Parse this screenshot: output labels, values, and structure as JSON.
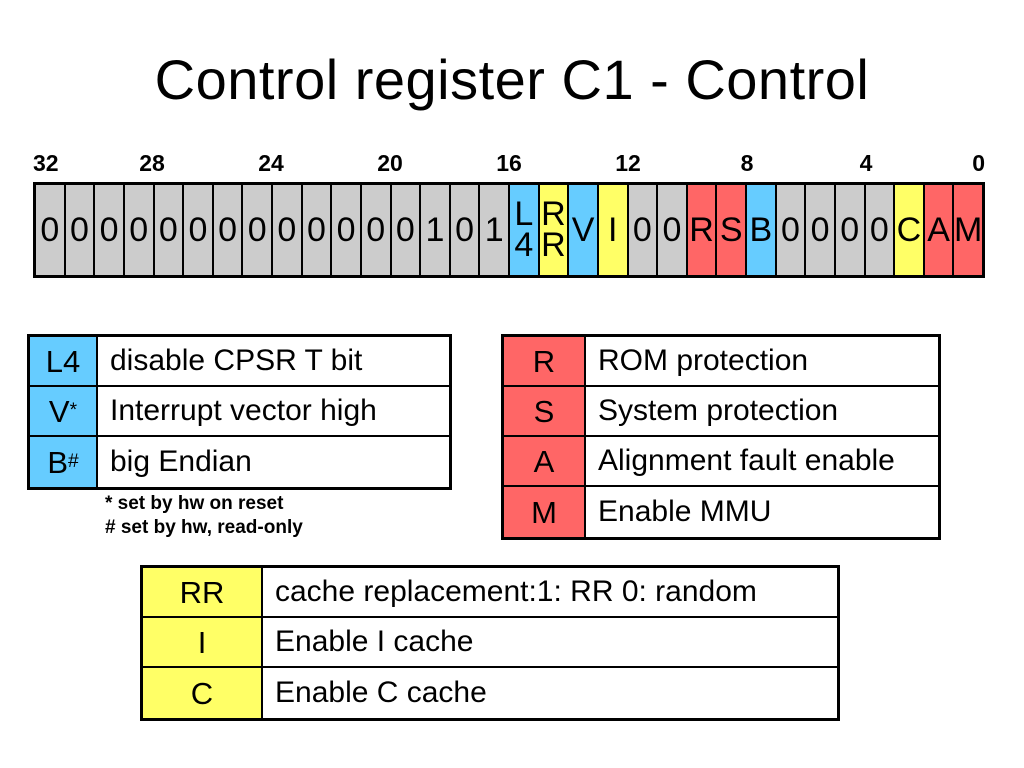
{
  "title": "Control register C1 - Control",
  "ruler": {
    "ticks": [
      {
        "label": "32",
        "bit": 32
      },
      {
        "label": "28",
        "bit": 28
      },
      {
        "label": "24",
        "bit": 24
      },
      {
        "label": "20",
        "bit": 20
      },
      {
        "label": "16",
        "bit": 16
      },
      {
        "label": "12",
        "bit": 12
      },
      {
        "label": "8",
        "bit": 8
      },
      {
        "label": "4",
        "bit": 4
      },
      {
        "label": "0",
        "bit": 0
      }
    ]
  },
  "colors": {
    "gray": "#cccccc",
    "blue": "#66ccff",
    "yellow": "#ffff66",
    "red": "#ff6666",
    "border": "#000000",
    "background": "#ffffff"
  },
  "bitfield": {
    "bit_count": 32,
    "cells": [
      {
        "bit": 31,
        "text": "0",
        "color": "gray"
      },
      {
        "bit": 30,
        "text": "0",
        "color": "gray"
      },
      {
        "bit": 29,
        "text": "0",
        "color": "gray"
      },
      {
        "bit": 28,
        "text": "0",
        "color": "gray"
      },
      {
        "bit": 27,
        "text": "0",
        "color": "gray"
      },
      {
        "bit": 26,
        "text": "0",
        "color": "gray"
      },
      {
        "bit": 25,
        "text": "0",
        "color": "gray"
      },
      {
        "bit": 24,
        "text": "0",
        "color": "gray"
      },
      {
        "bit": 23,
        "text": "0",
        "color": "gray"
      },
      {
        "bit": 22,
        "text": "0",
        "color": "gray"
      },
      {
        "bit": 21,
        "text": "0",
        "color": "gray"
      },
      {
        "bit": 20,
        "text": "0",
        "color": "gray"
      },
      {
        "bit": 19,
        "text": "0",
        "color": "gray"
      },
      {
        "bit": 18,
        "text": "1",
        "color": "gray"
      },
      {
        "bit": 17,
        "text": "0",
        "color": "gray"
      },
      {
        "bit": 16,
        "text": "1",
        "color": "gray"
      },
      {
        "bit": 15,
        "text": "L4",
        "color": "blue",
        "stacked": true
      },
      {
        "bit": 14,
        "text": "RR",
        "color": "yellow",
        "stacked": true
      },
      {
        "bit": 13,
        "text": "V",
        "color": "blue"
      },
      {
        "bit": 12,
        "text": "I",
        "color": "yellow"
      },
      {
        "bit": 11,
        "text": "0",
        "color": "gray"
      },
      {
        "bit": 10,
        "text": "0",
        "color": "gray"
      },
      {
        "bit": 9,
        "text": "R",
        "color": "red"
      },
      {
        "bit": 8,
        "text": "S",
        "color": "red"
      },
      {
        "bit": 7,
        "text": "B",
        "color": "blue"
      },
      {
        "bit": 6,
        "text": "0",
        "color": "gray"
      },
      {
        "bit": 5,
        "text": "0",
        "color": "gray"
      },
      {
        "bit": 4,
        "text": "0",
        "color": "gray"
      },
      {
        "bit": 3,
        "text": "0",
        "color": "gray"
      },
      {
        "bit": 2,
        "text": "C",
        "color": "yellow"
      },
      {
        "bit": 1,
        "text": "A",
        "color": "red"
      },
      {
        "bit": 0,
        "text": "M",
        "color": "red"
      }
    ]
  },
  "legend_blue": {
    "rows": [
      {
        "key": "L4",
        "key_sup": "",
        "desc": "disable CPSR T bit"
      },
      {
        "key": "V",
        "key_sup": "*",
        "desc": "Interrupt vector high"
      },
      {
        "key": "B",
        "key_sup": "#",
        "desc": "big Endian"
      }
    ]
  },
  "legend_red": {
    "rows": [
      {
        "key": "R",
        "key_sup": "",
        "desc": "ROM protection"
      },
      {
        "key": "S",
        "key_sup": "",
        "desc": "System protection"
      },
      {
        "key": "A",
        "key_sup": "",
        "desc": "Alignment fault enable"
      },
      {
        "key": "M",
        "key_sup": "",
        "desc": "Enable MMU"
      }
    ]
  },
  "legend_yellow": {
    "rows": [
      {
        "key": "RR",
        "key_sup": "",
        "desc": "cache replacement:1: RR 0: random"
      },
      {
        "key": "I",
        "key_sup": "",
        "desc": "Enable I cache"
      },
      {
        "key": "C",
        "key_sup": "",
        "desc": "Enable C cache"
      }
    ]
  },
  "footnotes": [
    "* set by hw on reset",
    "# set by hw, read-only"
  ]
}
